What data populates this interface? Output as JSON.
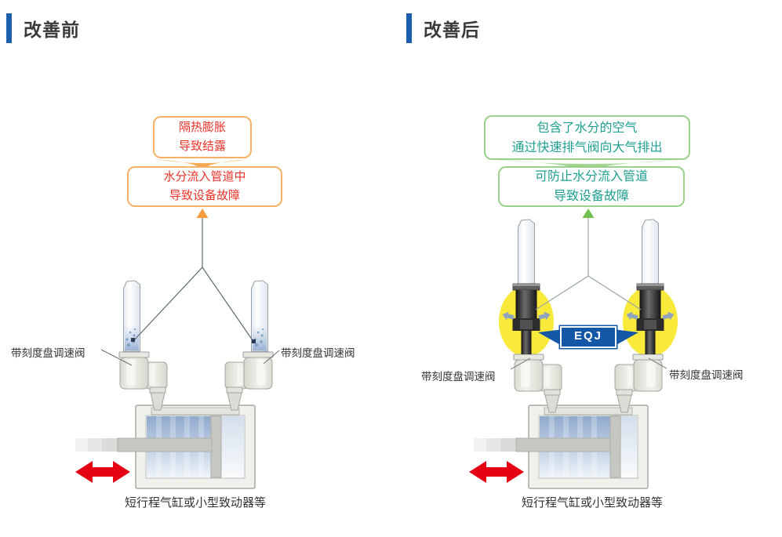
{
  "colors": {
    "header_accent": "#1b5fad",
    "warning_text": "#e8332a",
    "warning_border": "#f5b266",
    "warning_arrow": "#f49c3f",
    "success_text": "#1f9f8f",
    "success_border": "#9ad18d",
    "success_arrow": "#6fbf4a",
    "eqj_badge_blue": "#1457a6",
    "highlight_yellow": "#f8e93a",
    "motion_arrow_red": "#e60013"
  },
  "panels": {
    "before": {
      "title": "改善前",
      "callout_top": {
        "line1": "隔热膨胀",
        "line2": "导致结露"
      },
      "callout_bottom": {
        "line1": "水分流入管道中",
        "line2": "导致设备故障"
      },
      "valve_label_left": "带刻度盘调速阀",
      "valve_label_right": "带刻度盘调速阀",
      "caption": "短行程气缸或小型致动器等"
    },
    "after": {
      "title": "改善后",
      "callout_top": {
        "line1": "包含了水分的空气",
        "line2": "通过快速排气阀向大气排出"
      },
      "callout_bottom": {
        "line1": "可防止水分流入管道",
        "line2": "导致设备故障"
      },
      "product_label": "EQJ",
      "valve_label_left": "带刻度盘调速阀",
      "valve_label_right": "带刻度盘调速阀",
      "caption": "短行程气缸或小型致动器等"
    }
  }
}
